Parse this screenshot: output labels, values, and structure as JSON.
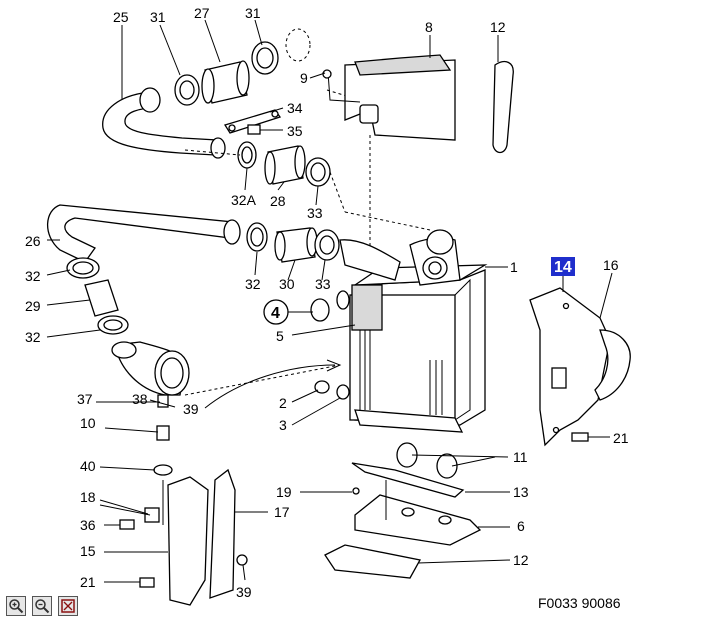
{
  "callouts": {
    "c1": "1",
    "c2": "2",
    "c3": "3",
    "c4": "4",
    "c5": "5",
    "c6": "6",
    "c8": "8",
    "c9": "9",
    "c10": "10",
    "c11": "11",
    "c12a": "12",
    "c12b": "12",
    "c13": "13",
    "c14": "14",
    "c15": "15",
    "c16": "16",
    "c17": "17",
    "c18": "18",
    "c19": "19",
    "c21a": "21",
    "c21b": "21",
    "c25": "25",
    "c26": "26",
    "c27": "27",
    "c28": "28",
    "c29": "29",
    "c30": "30",
    "c31a": "31",
    "c31b": "31",
    "c32a": "32",
    "c32b": "32",
    "c32c": "32",
    "c32A": "32A",
    "c33a": "33",
    "c33b": "33",
    "c34": "34",
    "c35": "35",
    "c36": "36",
    "c37": "37",
    "c38": "38",
    "c39a": "39",
    "c39b": "39",
    "c40": "40"
  },
  "highlight": {
    "selected_callout": "14",
    "color": "#1f2ecc"
  },
  "reference": "F0033 90086",
  "toolbar": {
    "zoom_in_icon": "zoom-in-icon",
    "zoom_out_icon": "zoom-out-icon",
    "zoom_fit_icon": "zoom-fit-icon"
  }
}
